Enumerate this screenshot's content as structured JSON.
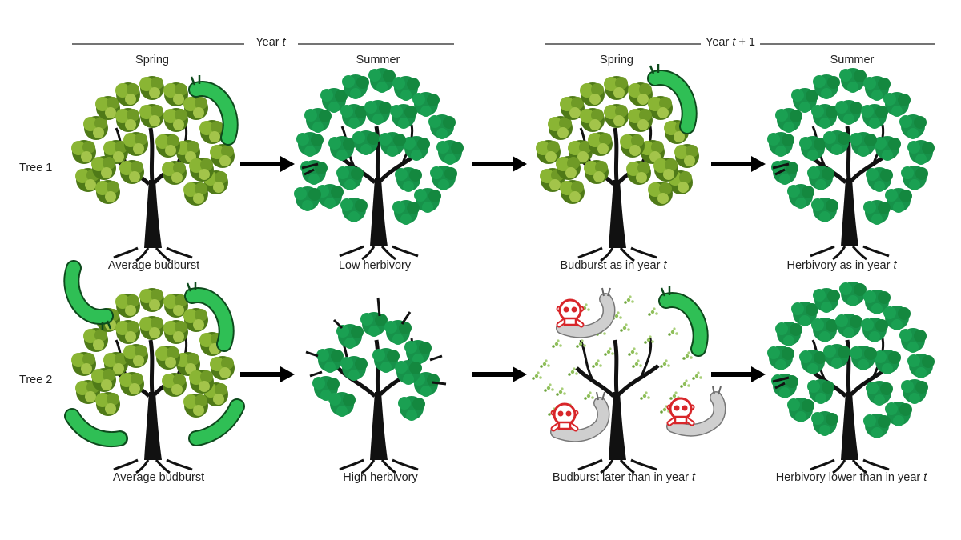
{
  "periods": [
    {
      "text": "Year ",
      "var": "t",
      "suffix": ""
    },
    {
      "text": "Year ",
      "var": "t",
      "suffix": " + 1"
    }
  ],
  "seasons": [
    "Spring",
    "Summer",
    "Spring",
    "Summer"
  ],
  "rows": [
    {
      "label": "Tree 1",
      "captions": [
        {
          "text": "Average budburst",
          "var": ""
        },
        {
          "text": "Low herbivory",
          "var": ""
        },
        {
          "text": "Budburst as in year ",
          "var": "t"
        },
        {
          "text": "Herbivory as in year ",
          "var": "t"
        }
      ]
    },
    {
      "label": "Tree 2",
      "captions": [
        {
          "text": "Average budburst",
          "var": ""
        },
        {
          "text": "High herbivory",
          "var": ""
        },
        {
          "text": "Budburst later than in year ",
          "var": "t"
        },
        {
          "text": "Herbivory lower than in year ",
          "var": "t"
        }
      ]
    }
  ],
  "icons": {
    "spring_tree": "spring-oak-tree-icon",
    "summer_tree": "summer-oak-tree-icon",
    "sparse_tree": "defoliated-tree-icon",
    "late_tree": "late-budburst-tree-icon",
    "caterpillar": "caterpillar-icon",
    "dead_caterpillar": "dead-caterpillar-skull-icon",
    "arrow": "arrow-right-icon"
  },
  "colors": {
    "spring_foliage": "#5f8a1e",
    "summer_foliage": "#17924a",
    "caterpillar": "#2fbf55",
    "skull": "#d8262a",
    "trunk": "#111111"
  }
}
